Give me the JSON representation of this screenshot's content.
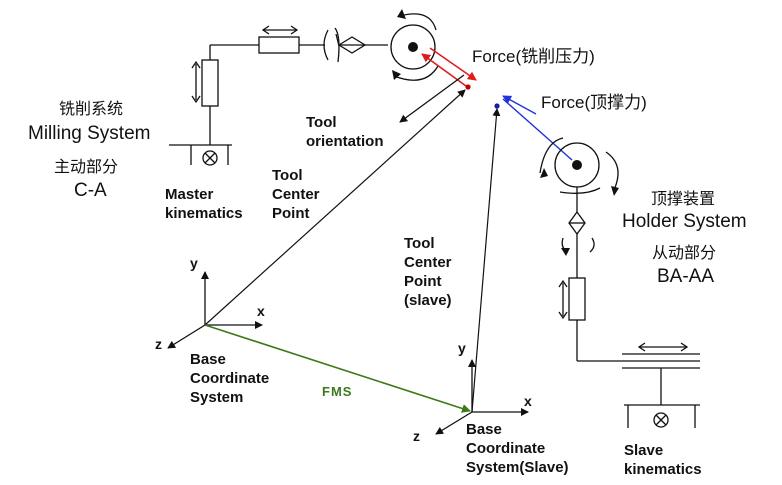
{
  "labels": {
    "force_milling": "Force(铣削压力)",
    "force_holder": "Force(顶撑力)",
    "milling_cn": "铣削系统",
    "milling_en": "Milling System",
    "master_cn": "主动部分",
    "master_code": "C-A",
    "master_kinematics_1": "Master",
    "master_kinematics_2": "kinematics",
    "tool_orientation_1": "Tool",
    "tool_orientation_2": "orientation",
    "tcp_1": "Tool",
    "tcp_2": "Center",
    "tcp_3": "Point",
    "tcp_slave_1": "Tool",
    "tcp_slave_2": "Center",
    "tcp_slave_3": "Point",
    "tcp_slave_4": "(slave)",
    "holder_cn": "顶撑装置",
    "holder_en": "Holder System",
    "slave_cn": "从动部分",
    "slave_code": "BA-AA",
    "base_1": "Base",
    "base_2": "Coordinate",
    "base_3": "System",
    "base_slave_1": "Base",
    "base_slave_2": "Coordinate",
    "base_slave_3": "System(Slave)",
    "fms": "FMS",
    "slave_kinematics_1": "Slave",
    "slave_kinematics_2": "kinematics"
  },
  "axes": {
    "base": {
      "x": "x",
      "y": "y",
      "z": "z"
    },
    "slave": {
      "x": "x",
      "y": "y",
      "z": "z"
    }
  },
  "colors": {
    "line": "#111111",
    "force_milling": "#e01b1b",
    "force_holder": "#2233dd",
    "fms": "#3d7a1a",
    "tcp_point": "#c00000",
    "tcp_slave_point": "#1a1aaa"
  }
}
